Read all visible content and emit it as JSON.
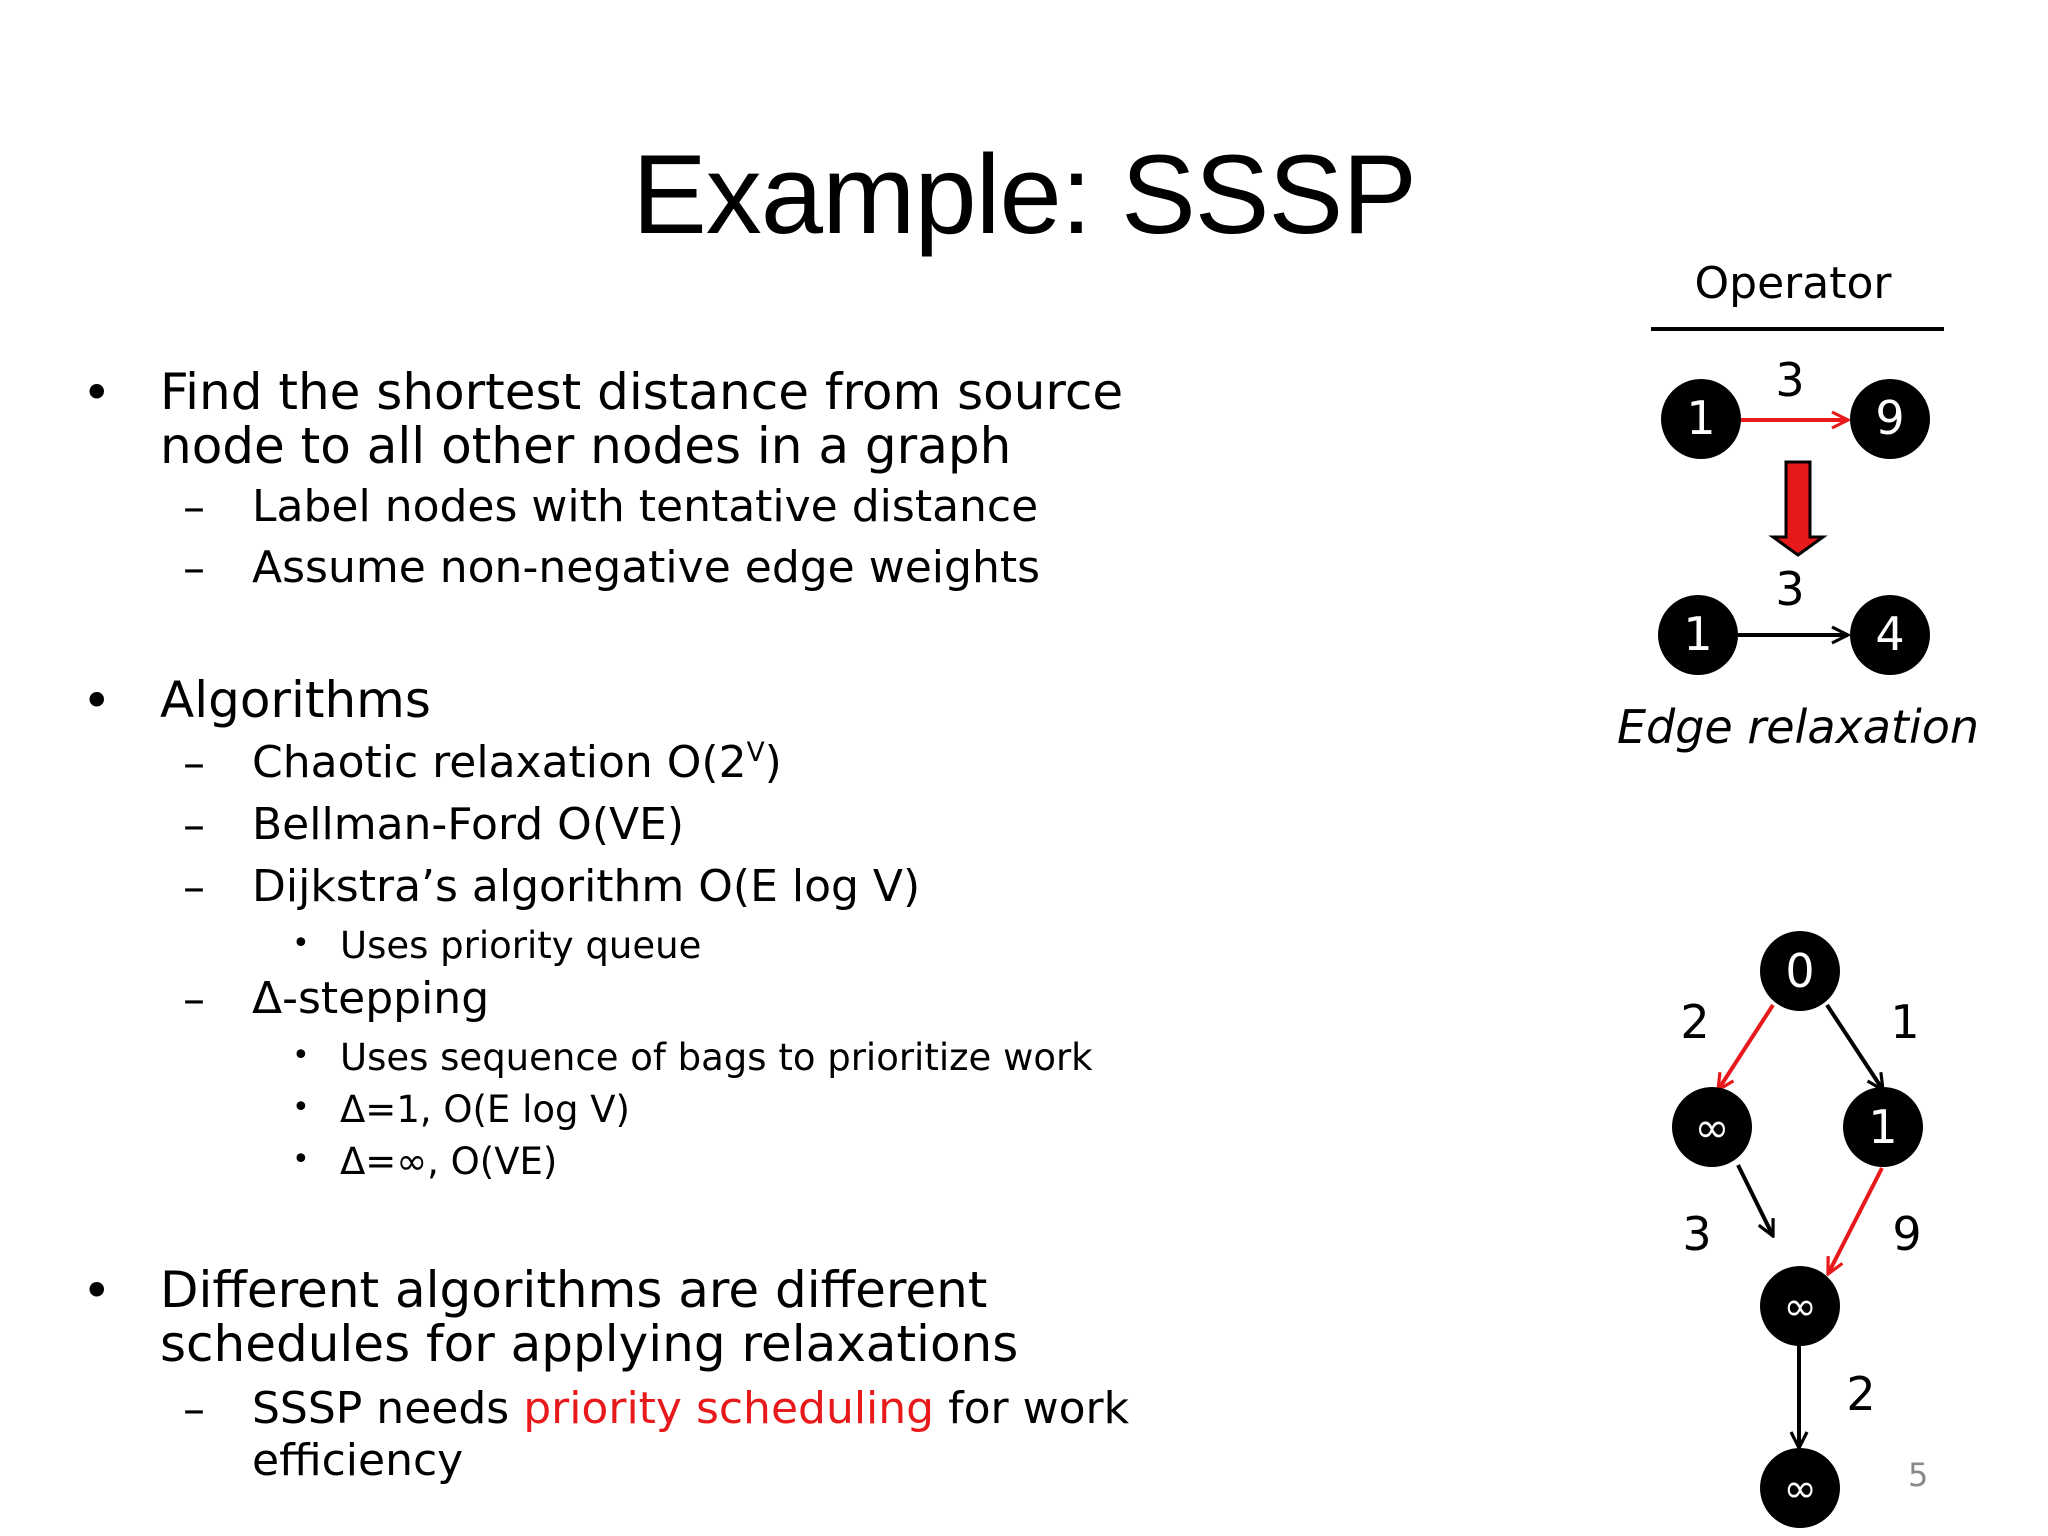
{
  "slide": {
    "title": "Example: SSSP",
    "page_number": "5",
    "bullets": {
      "b1_line1": "Find the shortest distance from source",
      "b1_line2": "node to all other nodes in a graph",
      "b1_sub1": "Label nodes with tentative distance",
      "b1_sub2": "Assume non-negative edge weights",
      "b2_line1": "Algorithms",
      "b2_sub1_text": "Chaotic relaxation O(2",
      "b2_sub1_sup": "V",
      "b2_sub1_end": ")",
      "b2_sub2": "Bellman-Ford O(VE)",
      "b2_sub3": "Dijkstra’s algorithm O(E log V)",
      "b2_sub3_sub1": "Uses priority queue",
      "b2_sub4": "Δ-stepping",
      "b2_sub4_sub1": "Uses sequence of bags to prioritize work",
      "b2_sub4_sub2": "Δ=1, O(E log V)",
      "b2_sub4_sub3": "Δ=∞, O(VE)",
      "b3_line1": "Different algorithms are different",
      "b3_line2": "schedules for applying relaxations",
      "b3_sub1_pre": "SSSP needs ",
      "b3_sub1_red": "priority scheduling",
      "b3_sub1_post": " for work",
      "b3_sub1_line2": "efficiency"
    },
    "markers": {
      "bullet": "•",
      "dash": "–"
    },
    "operator": {
      "heading": "Operator",
      "caption": "Edge relaxation",
      "before": {
        "src": "1",
        "dst": "9",
        "weight": "3"
      },
      "after": {
        "src": "1",
        "dst": "4",
        "weight": "3"
      }
    },
    "graph": {
      "nodes": {
        "top": "0",
        "left": "∞",
        "right": "1",
        "mid": "∞",
        "bottom": "∞"
      },
      "weights": {
        "top_left": "2",
        "top_right": "1",
        "left_mid": "3",
        "right_mid": "9",
        "mid_bottom": "2"
      }
    },
    "colors": {
      "highlight": "#e8191a",
      "node": "#000000",
      "node_text": "#ffffff",
      "page_number": "#8a8a8a"
    }
  }
}
